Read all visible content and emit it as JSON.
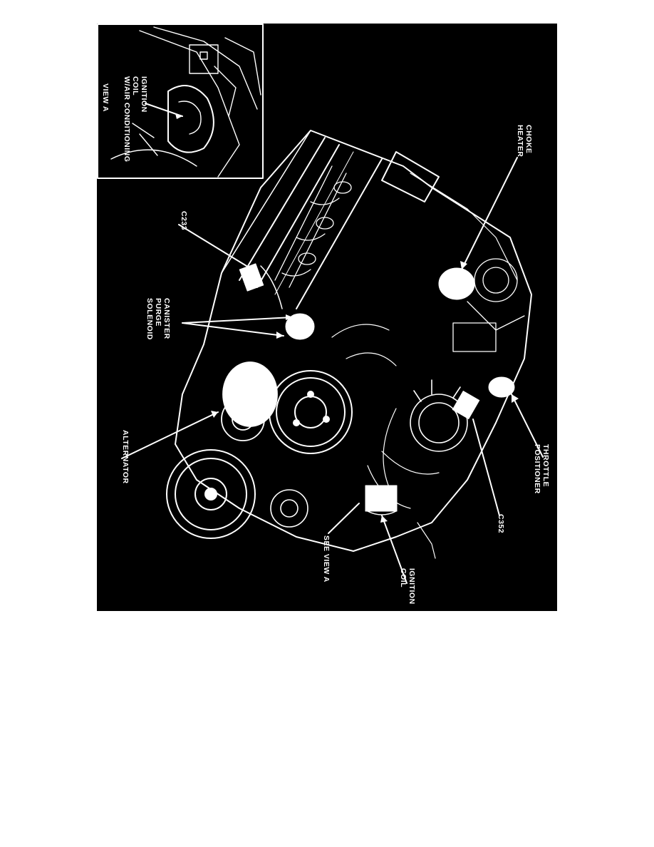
{
  "labels": {
    "choke_heater": "CHOKE\nHEATER",
    "throttle_positioner": "THROTTLE\nPOSITIONER",
    "c352": "C352",
    "ignition_coil": "IGNITION\nCOIL",
    "see_view_a": "SEE VIEW A",
    "alternator": "ALTERNATOR",
    "canister_purge_solenoid": "CANISTER\nPURGE\nSOLENOID",
    "c233": "C233",
    "inset_ignition_coil": "IGNITION\nCOIL\nW/AIR CONDITIONING",
    "view_a": "VIEW A"
  },
  "colors": {
    "background": "#000000",
    "ink": "#ffffff",
    "page": "#ffffff"
  }
}
